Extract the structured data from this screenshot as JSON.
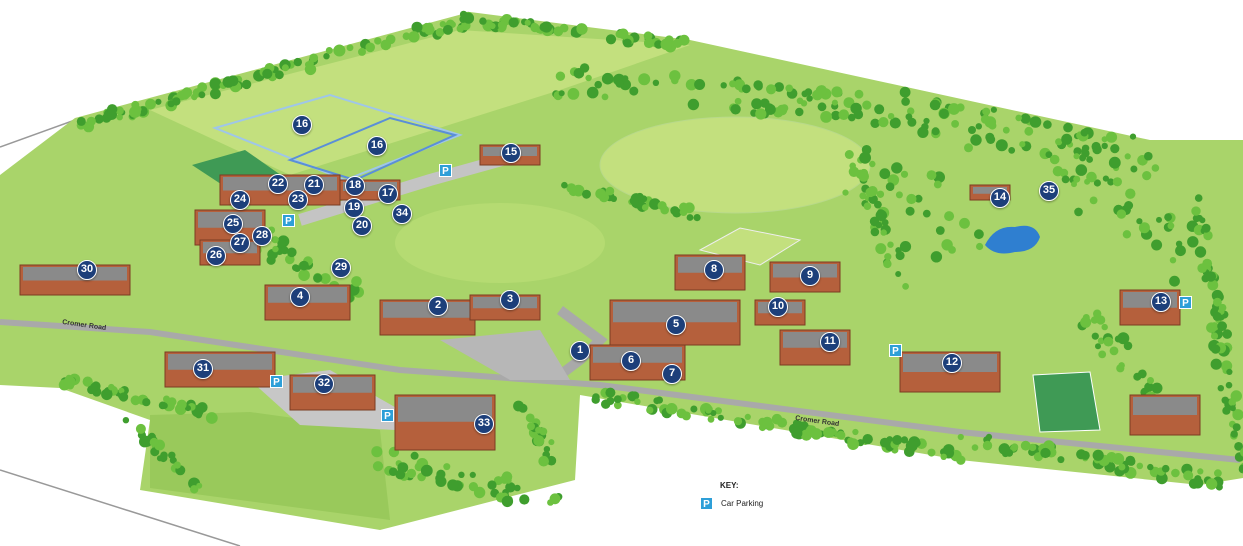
{
  "colors": {
    "grass": "#a9d46a",
    "field": "#c3e07e",
    "tree": "#3f9e2e",
    "tree_light": "#6cc13f",
    "building": "#b5603c",
    "roof": "#8a8a8a",
    "road": "#a9a9a9",
    "marker": "#1d3f7a",
    "parking": "#2e9fd8",
    "water": "#2f7fd0"
  },
  "markers": [
    {
      "id": "1",
      "label": "1"
    },
    {
      "id": "2",
      "label": "2"
    },
    {
      "id": "3",
      "label": "3"
    },
    {
      "id": "4",
      "label": "4"
    },
    {
      "id": "5",
      "label": "5"
    },
    {
      "id": "6",
      "label": "6"
    },
    {
      "id": "7",
      "label": "7"
    },
    {
      "id": "8",
      "label": "8"
    },
    {
      "id": "9",
      "label": "9"
    },
    {
      "id": "10",
      "label": "10"
    },
    {
      "id": "11",
      "label": "11"
    },
    {
      "id": "12",
      "label": "12"
    },
    {
      "id": "13",
      "label": "13"
    },
    {
      "id": "14",
      "label": "14"
    },
    {
      "id": "15",
      "label": "15"
    },
    {
      "id": "16a",
      "label": "16"
    },
    {
      "id": "16b",
      "label": "16"
    },
    {
      "id": "17",
      "label": "17"
    },
    {
      "id": "18",
      "label": "18"
    },
    {
      "id": "19",
      "label": "19"
    },
    {
      "id": "20",
      "label": "20"
    },
    {
      "id": "21",
      "label": "21"
    },
    {
      "id": "22",
      "label": "22"
    },
    {
      "id": "23",
      "label": "23"
    },
    {
      "id": "24",
      "label": "24"
    },
    {
      "id": "25",
      "label": "25"
    },
    {
      "id": "26",
      "label": "26"
    },
    {
      "id": "27",
      "label": "27"
    },
    {
      "id": "28",
      "label": "28"
    },
    {
      "id": "29",
      "label": "29"
    },
    {
      "id": "30",
      "label": "30"
    },
    {
      "id": "31",
      "label": "31"
    },
    {
      "id": "32",
      "label": "32"
    },
    {
      "id": "33",
      "label": "33"
    },
    {
      "id": "34",
      "label": "34"
    },
    {
      "id": "35",
      "label": "35"
    }
  ],
  "parking_symbol": "P",
  "roads": [
    {
      "label": "Cromer Road"
    },
    {
      "label": "Cromer Road"
    }
  ],
  "key": {
    "title": "KEY:",
    "items": [
      {
        "icon": "parking-icon",
        "symbol": "P",
        "label": "Car Parking"
      }
    ]
  }
}
